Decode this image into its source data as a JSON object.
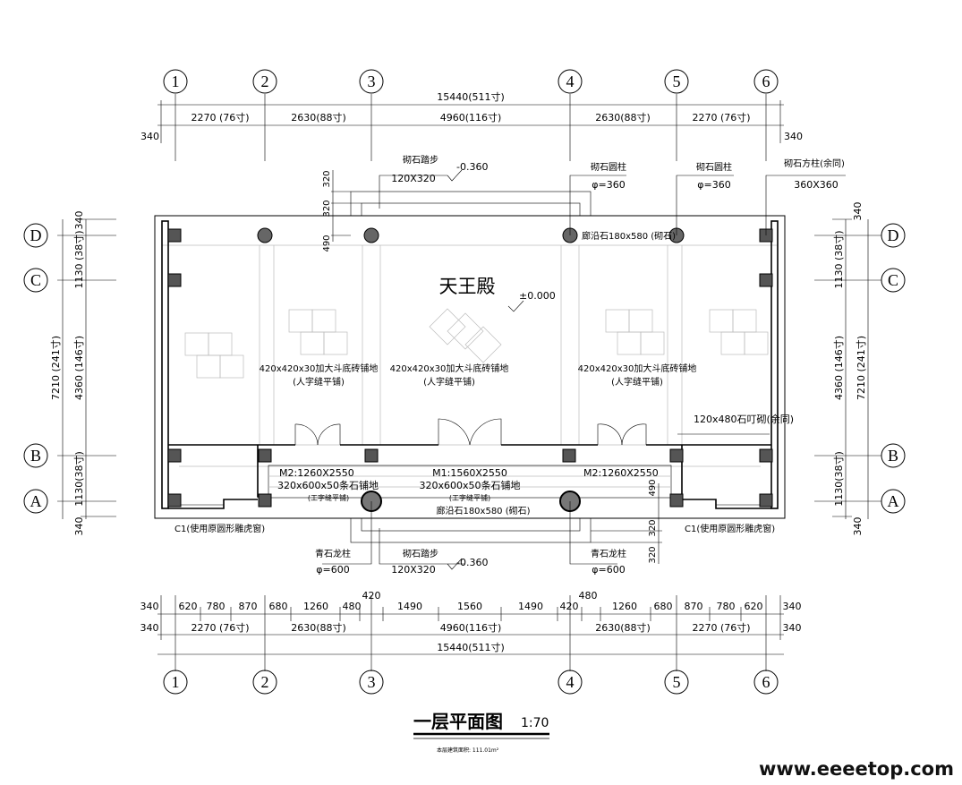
{
  "axes": {
    "numbered": [
      "1",
      "2",
      "3",
      "4",
      "5",
      "6"
    ],
    "lettered": [
      "D",
      "C",
      "B",
      "A"
    ]
  },
  "top_dims": {
    "total": "15440(511寸)",
    "spans": [
      "2270 (76寸)",
      "2630(88寸)",
      "4960(116寸)",
      "2630(88寸)",
      "2270 (76寸)"
    ],
    "edge_left": "340",
    "edge_right": "340"
  },
  "bottom_dims": {
    "detail": [
      "340",
      "620",
      "780",
      "870",
      "680",
      "1260",
      "480",
      "420",
      "1490",
      "1560",
      "1490",
      "420",
      "480",
      "1260",
      "680",
      "870",
      "780",
      "620",
      "340"
    ],
    "spans": [
      "340",
      "2270 (76寸)",
      "2630(88寸)",
      "4960(116寸)",
      "2630(88寸)",
      "2270 (76寸)",
      "340"
    ],
    "total": "15440(511寸)"
  },
  "side_dims": {
    "left": [
      "340",
      "1130 (38寸)",
      "4360 (146寸)",
      "1130(38寸)",
      "340"
    ],
    "left_total": "7210 (241寸)",
    "right": [
      "340",
      "1130 (38寸)",
      "4360 (146寸)",
      "1130(38寸)",
      "340"
    ],
    "right_total": "7210 (241寸)"
  },
  "step_dims": {
    "top": [
      "320",
      "320",
      "490"
    ],
    "bottom": [
      "490",
      "320",
      "320"
    ]
  },
  "labels": {
    "hall_name": "天王殿",
    "elev_top": "-0.360",
    "elev_floor": "±0.000",
    "elev_bottom": "-0.360",
    "step_top_name": "砌石踏步",
    "step_top_size": "120X320",
    "col_round_a_name": "砌石圆柱",
    "col_round_a_size": "φ=360",
    "col_round_b_name": "砌石圆柱",
    "col_round_b_size": "φ=360",
    "col_square_name": "砌石方柱(余同)",
    "col_square_size": "360X360",
    "sill_top": "廊沿石180x580 (砌石)",
    "floor_left": "420x420x30加大斗底砖铺地",
    "floor_left_sub": "(人字缝平铺)",
    "floor_mid": "420x420x30加大斗底砖铺地",
    "floor_mid_sub": "(人字缝平铺)",
    "floor_right": "420x420x30加大斗底砖铺地",
    "floor_right_sub": "(人字缝平铺)",
    "wall_right_note": "120x480石叮砌(余同)",
    "door_m2_left": "M2:1260X2550",
    "door_m1": "M1:1560X2550",
    "door_m2_right": "M2:1260X2550",
    "paving_left": "320x600x50条石铺地",
    "paving_left_sub": "(工字缝平铺)",
    "paving_mid": "320x600x50条石铺地",
    "paving_mid_sub": "(工字缝平铺)",
    "sill_bottom": "廊沿石180x580 (砌石)",
    "window_left": "C1(使用原圆形雕虎窗)",
    "window_right": "C1(使用原圆形雕虎窗)",
    "col_blue_left_name": "青石龙柱",
    "col_blue_left_size": "φ=600",
    "step_bottom_name": "砌石踏步",
    "step_bottom_size": "120X320",
    "col_blue_right_name": "青石龙柱",
    "col_blue_right_size": "φ=600"
  },
  "title": {
    "text": "一层平面图",
    "scale": "1:70",
    "area_note": "本层建筑面积: 111.01m²"
  },
  "watermark": "www.eeeetop.com"
}
